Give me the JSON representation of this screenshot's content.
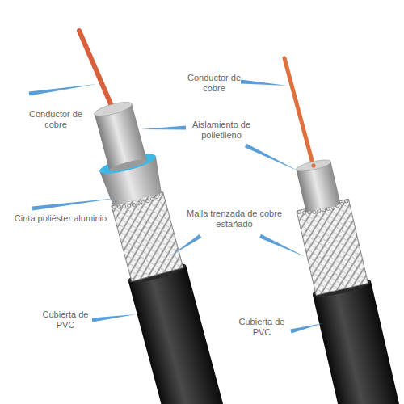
{
  "diagram": {
    "labels": [
      "Conductor de cobre",
      "Conductor de cobre",
      "Aislamiento de polietileno",
      "Cinta poliéster aluminio",
      "Malla trenzada de cobre estañado",
      "Cubierta de PVC",
      "Cubierta de PVC"
    ]
  }
}
